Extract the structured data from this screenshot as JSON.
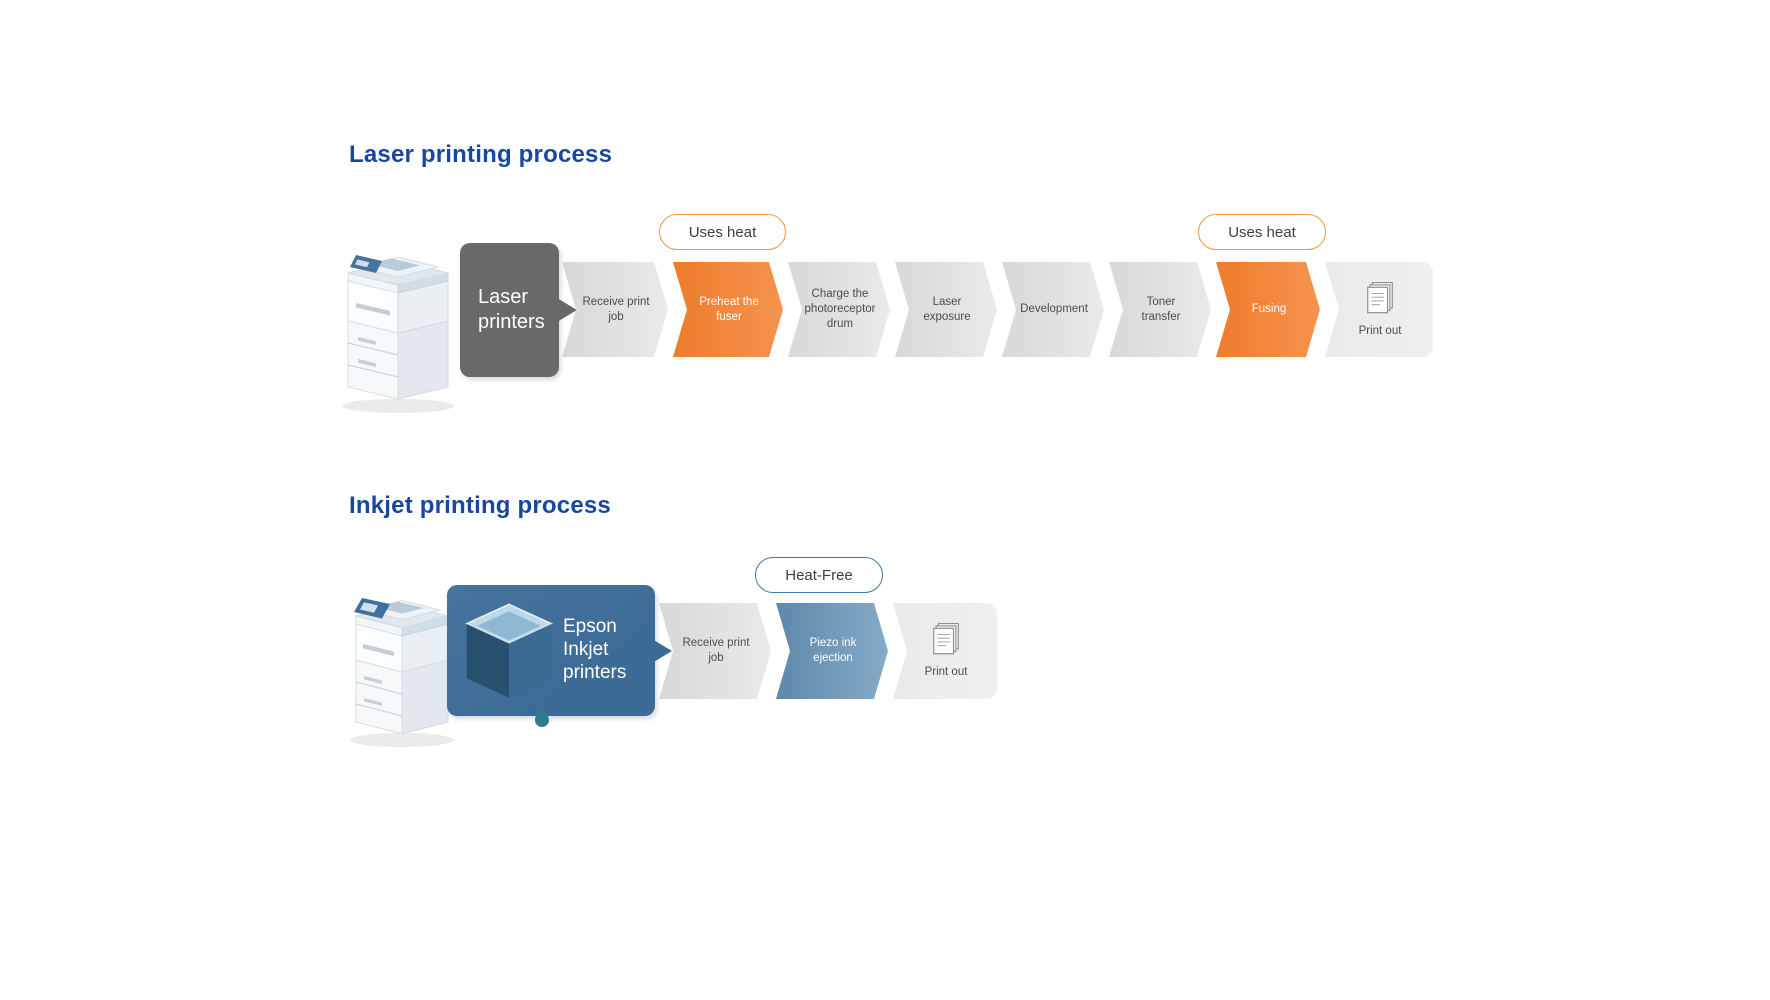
{
  "colors": {
    "title-blue": "#17479e",
    "laser-box": "#69696c",
    "orange": "#ef7c2b",
    "orange-light": "#f5934f",
    "gray-block": "#d7d8da",
    "gray-block-light": "#e9eaec",
    "steel-blue": "#5f88ab",
    "steel-blue-light": "#86abc8",
    "inkjet-box": "#3c6b96",
    "badge-orange": "#eb9a43",
    "badge-blue": "#4379a8",
    "text-dark": "#4d4d4f"
  },
  "laser": {
    "title": "Laser printing process",
    "box_label": "Laser printers",
    "badges": [
      "Uses heat",
      "Uses heat"
    ],
    "steps": [
      {
        "label": "Receive print job"
      },
      {
        "label": "Preheat the fuser"
      },
      {
        "label": "Charge the photoreceptor drum"
      },
      {
        "label": "Laser exposure"
      },
      {
        "label": "Development"
      },
      {
        "label": "Toner transfer"
      },
      {
        "label": "Fusing"
      },
      {
        "label": "Print out"
      }
    ]
  },
  "inkjet": {
    "title": "Inkjet printing process",
    "box_label": "Epson Inkjet printers",
    "badge": "Heat-Free",
    "steps": [
      {
        "label": "Receive print job"
      },
      {
        "label": "Piezo ink ejection"
      },
      {
        "label": "Print out"
      }
    ]
  },
  "icons": {
    "print_out": "paper-stack-icon",
    "laser_printer": "laser-printer-illustration",
    "inkjet_printer": "inkjet-printer-illustration",
    "printhead": "printhead-cube-icon",
    "drop": "ink-drop-icon"
  }
}
